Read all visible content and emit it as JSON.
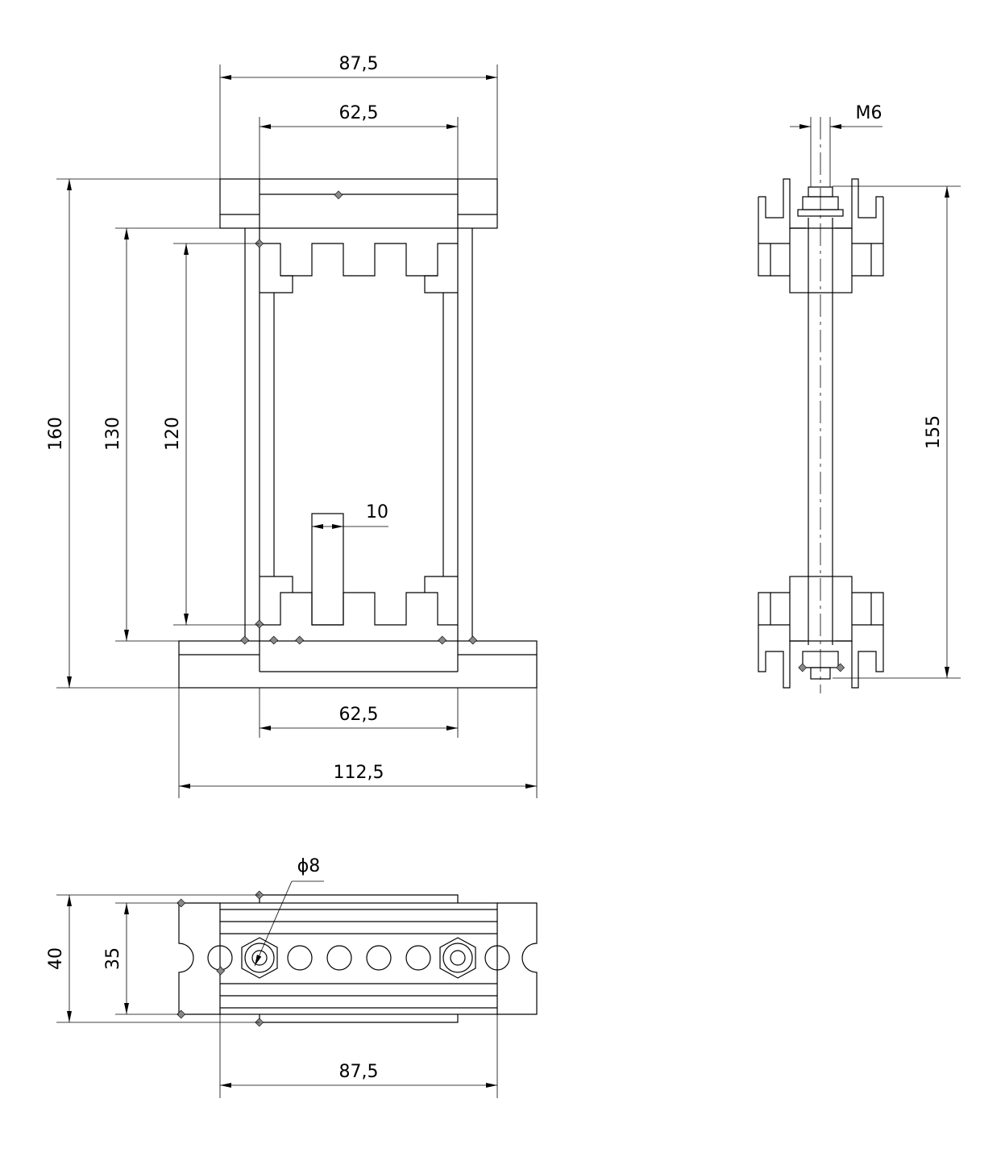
{
  "front_view": {
    "dims": {
      "top_width": "87,5",
      "inner_top_width": "62,5",
      "height_total": "160",
      "height_body": "130",
      "height_inner": "120",
      "tooth_width": "10",
      "inner_bottom_width": "62,5",
      "base_width": "112,5"
    }
  },
  "side_view": {
    "dims": {
      "thread": "M6",
      "height": "155"
    }
  },
  "bottom_view": {
    "dims": {
      "hole_diameter": "ϕ8",
      "outer_depth": "40",
      "inner_depth": "35",
      "width": "87,5"
    }
  }
}
